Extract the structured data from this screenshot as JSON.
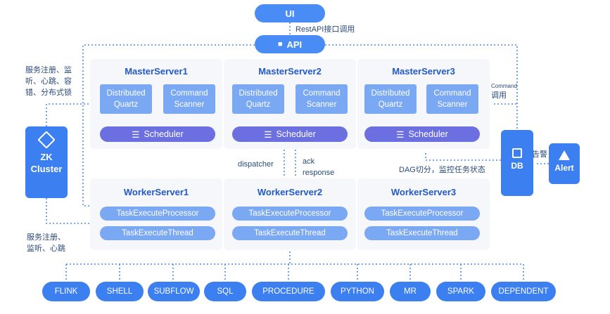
{
  "ui": "UI",
  "api": "API",
  "rest_label": "RestAPI接口调用",
  "left_note_top": "服务注册、监听、心跳、容错、分布式锁",
  "left_note_top_lines": [
    "服务注册、监",
    "听、心跳、容",
    "错、分布式锁"
  ],
  "left_note_bottom_lines": [
    "服务注册、",
    "监听、心跳"
  ],
  "zk": [
    "ZK",
    "Cluster"
  ],
  "masters": [
    {
      "title": "MasterServer1",
      "quartz": [
        "Distributed",
        "Quartz"
      ],
      "scanner": [
        "Command",
        "Scanner"
      ],
      "scheduler": "Scheduler"
    },
    {
      "title": "MasterServer2",
      "quartz": [
        "Distributed",
        "Quartz"
      ],
      "scanner": [
        "Command",
        "Scanner"
      ],
      "scheduler": "Scheduler"
    },
    {
      "title": "MasterServer3",
      "quartz": [
        "Distributed",
        "Quartz"
      ],
      "scanner": [
        "Command",
        "Scanner"
      ],
      "scheduler": "Scheduler"
    }
  ],
  "workers": [
    {
      "title": "WorkerServer1",
      "processor": "TaskExecuteProcessor",
      "thread": "TaskExecuteThread"
    },
    {
      "title": "WorkerServer2",
      "processor": "TaskExecuteProcessor",
      "thread": "TaskExecuteThread"
    },
    {
      "title": "WorkerServer3",
      "processor": "TaskExecuteProcessor",
      "thread": "TaskExecuteThread"
    }
  ],
  "dispatcher": "dispatcher",
  "ack": [
    "ack",
    "response"
  ],
  "command_call": [
    "Command",
    "调用"
  ],
  "dag_label": "DAG切分，监控任务状态",
  "db": "DB",
  "alert": "Alert",
  "alarm": "告警",
  "tasks": [
    "FLINK",
    "SHELL",
    "SUBFLOW",
    "SQL",
    "PROCEDURE",
    "PYTHON",
    "MR",
    "SPARK",
    "DEPENDENT"
  ],
  "colors": {
    "blue": "#4a8cf5",
    "title_blue": "#2259c4",
    "light_blue": "#7ba8f2",
    "scheduler": "#6c6fe0",
    "task_blue": "#3b7ff0"
  }
}
